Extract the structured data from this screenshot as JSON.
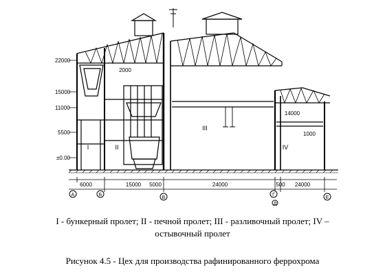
{
  "figure": {
    "dimensions": {
      "heights": [
        "22000",
        "15000",
        "11000",
        "5500",
        "±0.00"
      ],
      "spans": [
        "6000",
        "15000",
        "5000",
        "24000",
        "500",
        "24000"
      ],
      "inner": [
        "2000",
        "14000",
        "1000"
      ]
    },
    "axes": [
      "А",
      "Б",
      "В",
      "Г",
      "Д",
      "Е"
    ],
    "bays": [
      "I",
      "II",
      "III",
      "IV"
    ]
  },
  "legend": {
    "line1": "I - бункерный пролет; II - печной пролет; III - разливочный пролет; IV –",
    "line2": "остывочный пролет"
  },
  "caption": "Рисунок 4.5 - Цех для производства рафинированного феррохрома"
}
